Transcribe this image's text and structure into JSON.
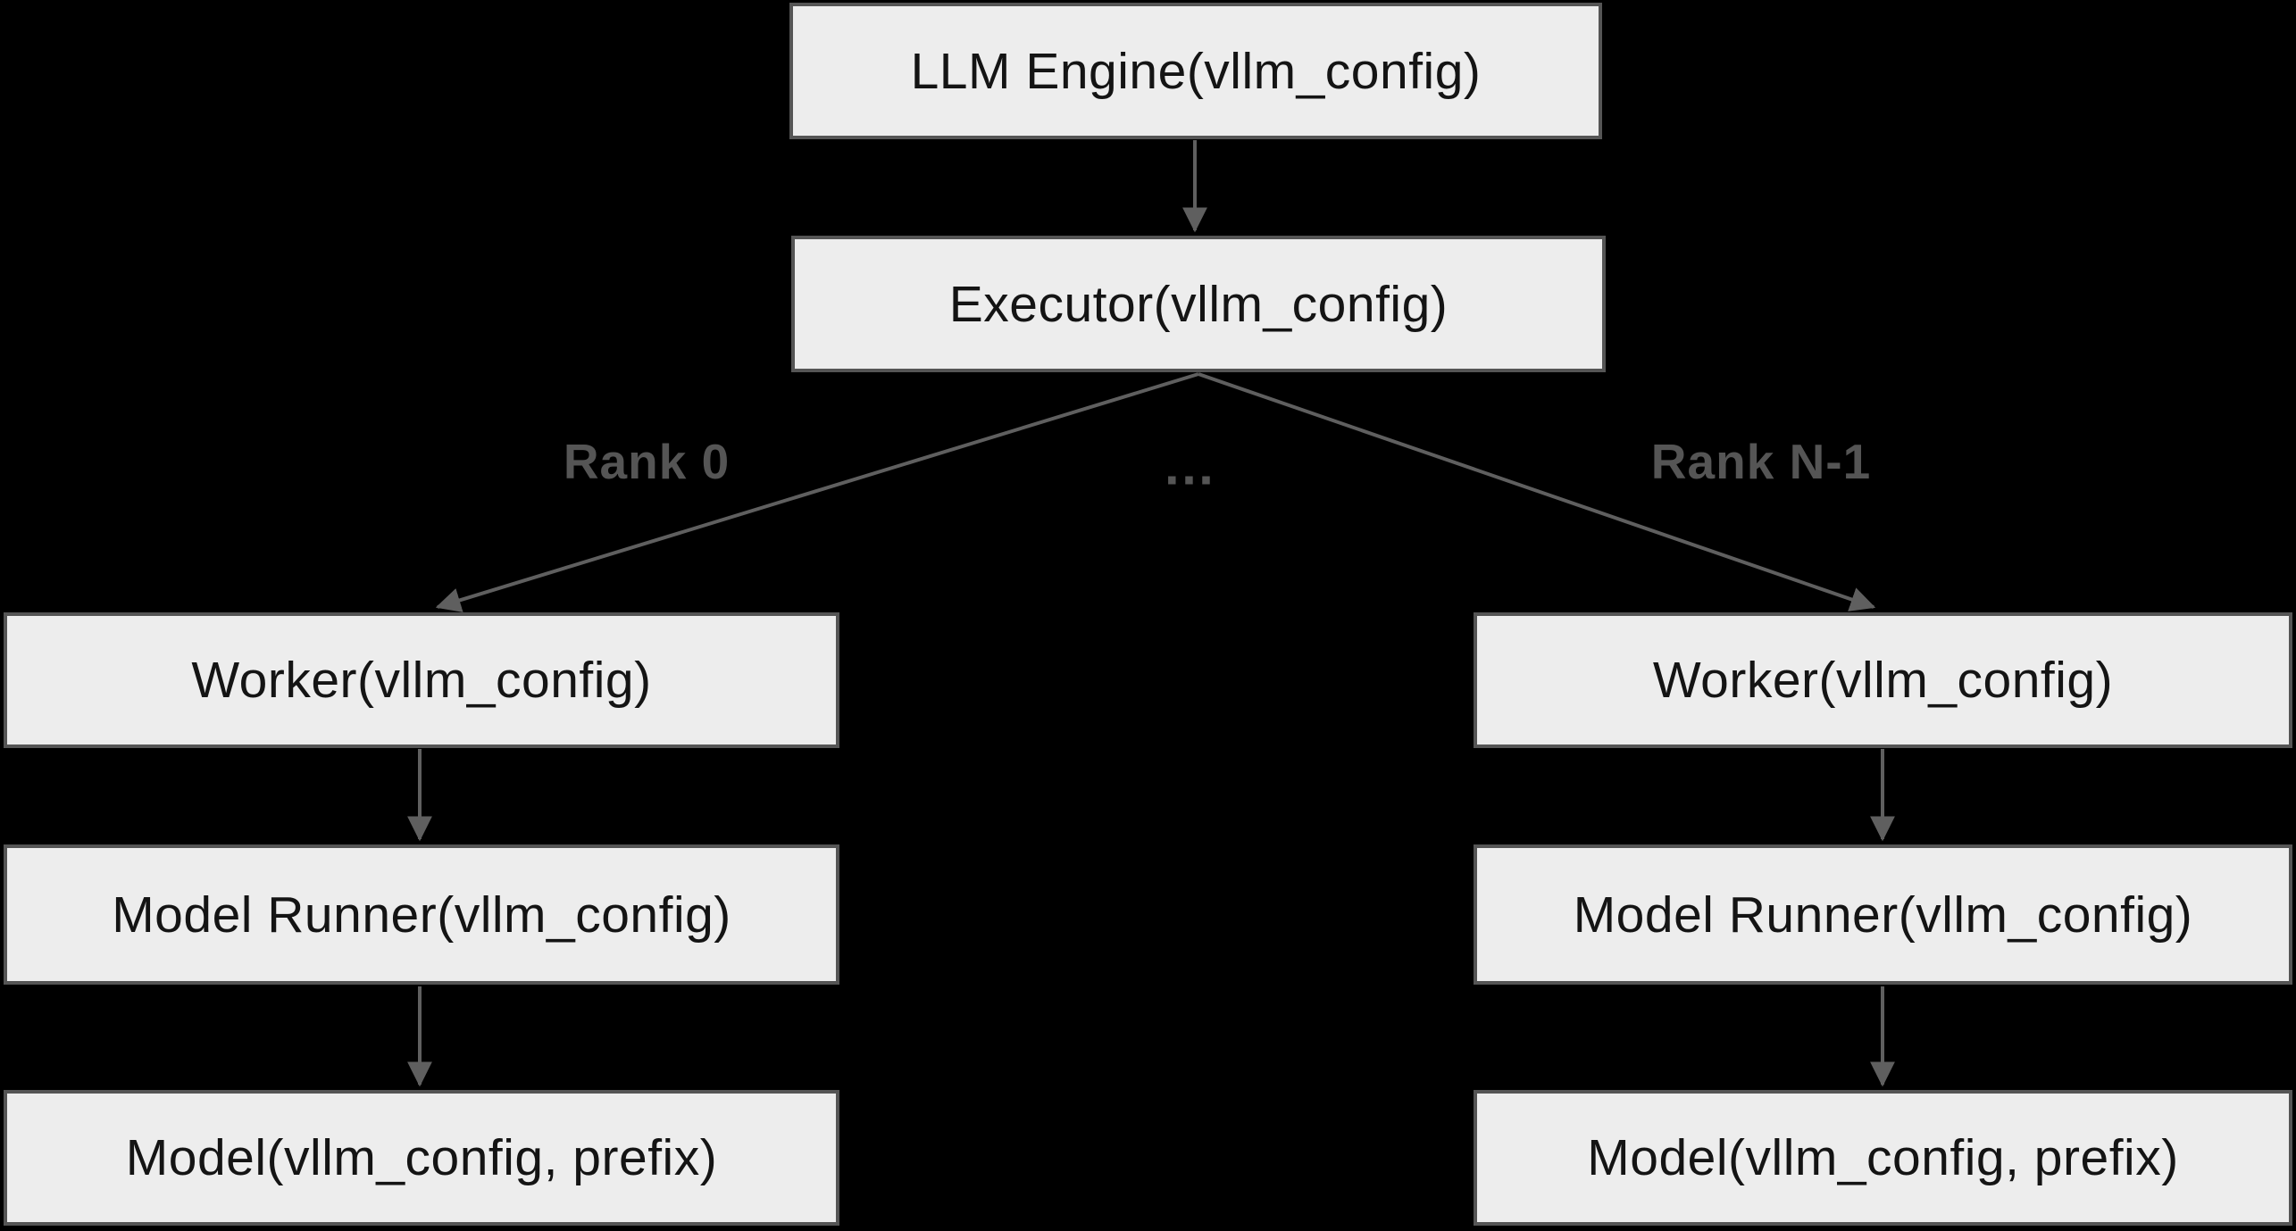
{
  "diagram": {
    "type": "flowchart",
    "background": "#000000",
    "colors": {
      "node_fill": "#ededed",
      "node_border": "#555555",
      "node_text": "#141414",
      "edge": "#5f5f5f",
      "edge_label": "#555555"
    },
    "nodes": {
      "engine": {
        "label": "LLM Engine(vllm_config)"
      },
      "executor": {
        "label": "Executor(vllm_config)"
      },
      "worker_left": {
        "label": "Worker(vllm_config)"
      },
      "runner_left": {
        "label": "Model Runner(vllm_config)"
      },
      "model_left": {
        "label": "Model(vllm_config, prefix)"
      },
      "worker_right": {
        "label": "Worker(vllm_config)"
      },
      "runner_right": {
        "label": "Model Runner(vllm_config)"
      },
      "model_right": {
        "label": "Model(vllm_config, prefix)"
      }
    },
    "edge_labels": {
      "rank_0": "Rank 0",
      "ellipsis": "…",
      "rank_n_minus_1": "Rank N-1"
    },
    "edges": [
      {
        "from": "engine",
        "to": "executor",
        "label": ""
      },
      {
        "from": "executor",
        "to": "worker_left",
        "label": "Rank 0"
      },
      {
        "from": "executor",
        "to": "worker_right",
        "label": "Rank N-1"
      },
      {
        "from": "worker_left",
        "to": "runner_left",
        "label": ""
      },
      {
        "from": "runner_left",
        "to": "model_left",
        "label": ""
      },
      {
        "from": "worker_right",
        "to": "runner_right",
        "label": ""
      },
      {
        "from": "runner_right",
        "to": "model_right",
        "label": ""
      }
    ]
  }
}
